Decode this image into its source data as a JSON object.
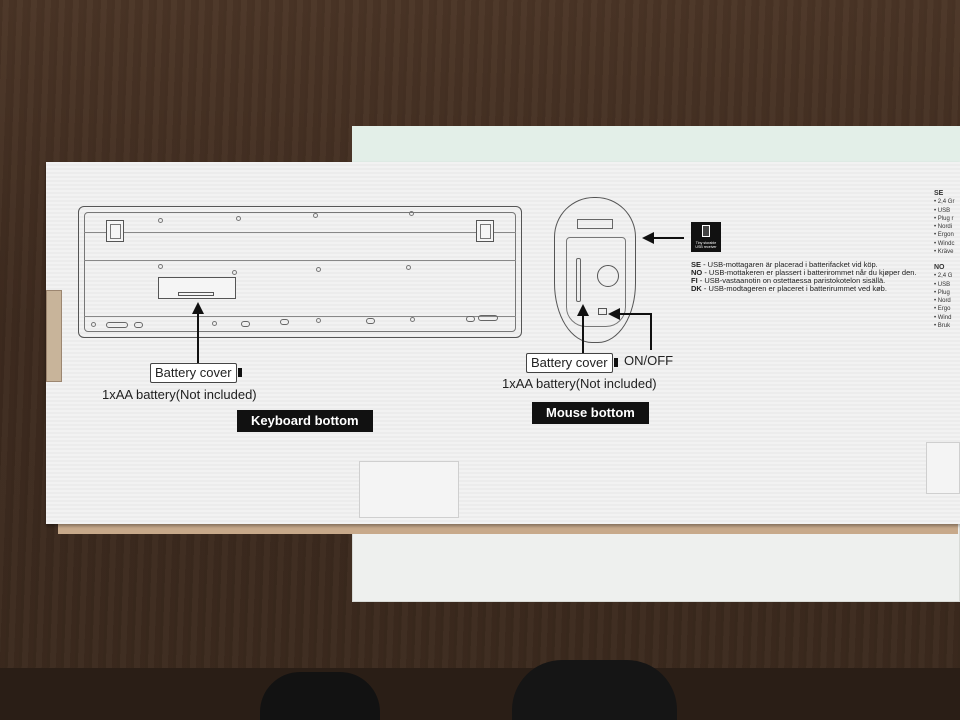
{
  "keyboard": {
    "battery_cover_label": "Battery cover",
    "battery_note": "1xAA  battery(Not included)",
    "section_title": "Keyboard bottom"
  },
  "mouse": {
    "battery_cover_label": "Battery cover",
    "battery_note": "1xAA  battery(Not included)",
    "switch_label": "ON/OFF",
    "section_title": "Mouse bottom"
  },
  "dongle": {
    "icon": "usb-receiver-icon",
    "caption": "Tiny storable USB receiver"
  },
  "receiver_notes": [
    {
      "code": "SE",
      "text": " - USB-mottagaren är placerad i batterifacket vid köp."
    },
    {
      "code": "NO",
      "text": " - USB-mottakeren er plassert i batterirommet når du kjøper den."
    },
    {
      "code": "FI",
      "text": " - USB-vastaanotin on ostettaessa paristokotelon sisällä."
    },
    {
      "code": "DK",
      "text": " - USB-modtageren er placeret i batterirummet ved køb."
    }
  ],
  "side_column": {
    "se_header": "SE",
    "se_items": [
      "• 2,4 Gr",
      "• USB",
      "• Plug r",
      "• Nordi",
      "• Ergon",
      "• Windc",
      "• Kräve"
    ],
    "no_header": "NO",
    "no_items": [
      "• 2,4 G",
      "• USB",
      "• Plug",
      "• Nord",
      "• Ergo",
      "• Wind",
      "• Bruk"
    ]
  }
}
